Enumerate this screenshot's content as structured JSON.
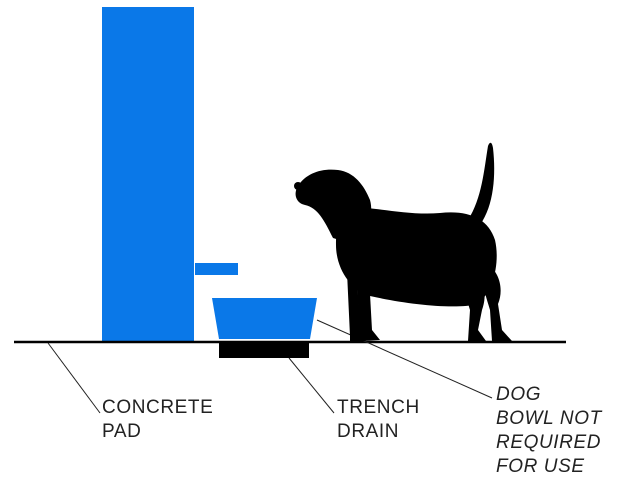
{
  "colors": {
    "fixture_blue": "#0a78e8",
    "ink": "#000000",
    "text": "#222222",
    "background": "#ffffff"
  },
  "labels": {
    "concrete_pad": "CONCRETE\nPAD",
    "trench_drain": "TRENCH\nDRAIN",
    "dog_bowl_note": "DOG\nBOWL NOT\nREQUIRED\nFOR USE"
  },
  "icons": {
    "dog": "beagle-silhouette-icon"
  }
}
